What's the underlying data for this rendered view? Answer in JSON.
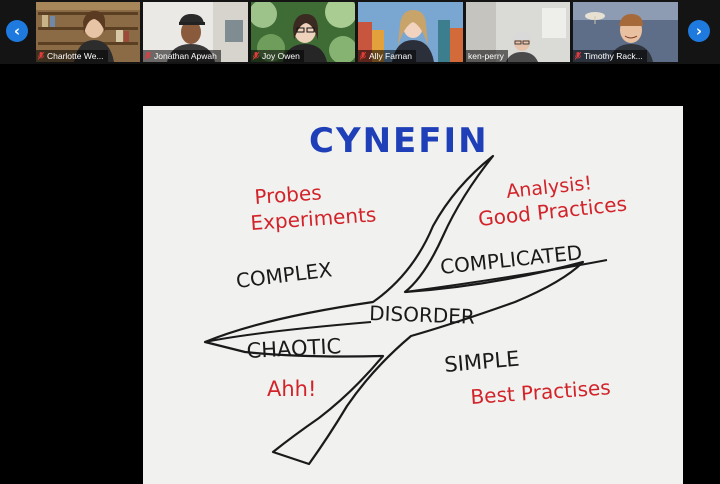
{
  "gallery": {
    "participants": [
      {
        "name": "Charlotte We...",
        "muted": true
      },
      {
        "name": "Jonathan Apwah",
        "muted": true
      },
      {
        "name": "Joy Owen",
        "muted": true
      },
      {
        "name": "Ally Farnan",
        "muted": true
      },
      {
        "name": "ken-perry",
        "muted": false
      },
      {
        "name": "Timothy Rack...",
        "muted": true
      }
    ],
    "prev_icon": "chevron-left-icon",
    "next_icon": "chevron-right-icon",
    "prev_glyph": "‹",
    "next_glyph": "›"
  },
  "whiteboard": {
    "title": "CYNEFIN",
    "domains": {
      "complex": "COMPLEX",
      "complicated": "COMPLICATED",
      "disorder": "DISORDER",
      "chaotic": "CHAOTIC",
      "simple": "SIMPLE"
    },
    "notes": {
      "complex_1": "Probes",
      "complex_2": "Experiments",
      "complicated_1": "Analysis!",
      "complicated_2": "Good Practices",
      "chaotic": "Ahh!",
      "simple": "Best Practises"
    },
    "colors": {
      "title": "#1f3fb8",
      "notes": "#d2232a",
      "ink": "#1a1a1a"
    }
  }
}
